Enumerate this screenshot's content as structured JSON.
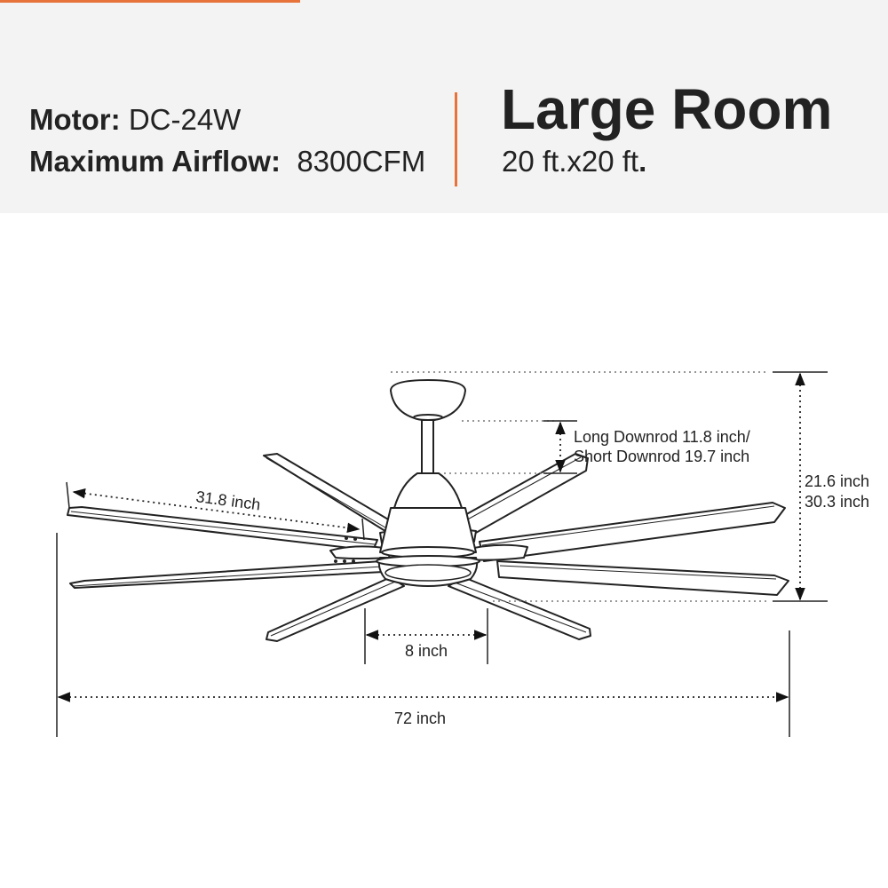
{
  "header": {
    "motor_label": "Motor:",
    "motor_value": "DC-24W",
    "airflow_label": "Maximum Airflow:",
    "airflow_value": "8300CFM",
    "room_title": "Large Room",
    "room_size": "20 ft.x20 ft",
    "room_size_end": ".",
    "accent_color": "#e8733a"
  },
  "dimensions": {
    "blade_length": "31.8 inch",
    "downrod_line1": "Long Downrod 11.8 inch/",
    "downrod_line2": "Short Downrod 19.7 inch",
    "height_line1": "21.6 inch",
    "height_line2": "30.3 inch",
    "light_width": "8 inch",
    "span": "72 inch"
  }
}
